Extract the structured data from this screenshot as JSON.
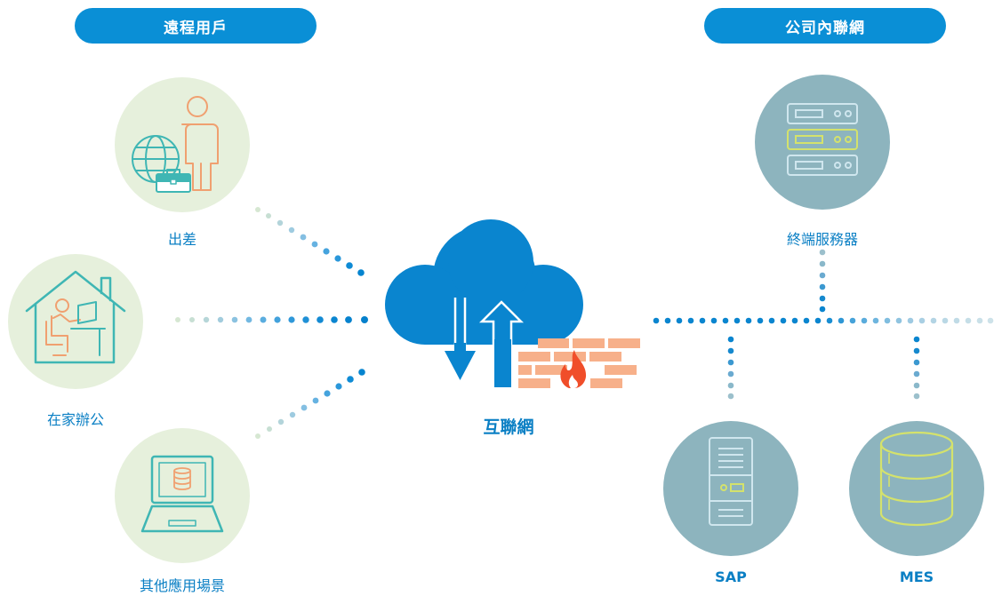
{
  "headers": {
    "remote_users": "遠程用戶",
    "intranet": "公司內聯網"
  },
  "nodes": {
    "business_trip": "出差",
    "work_from_home": "在家辦公",
    "other_scenarios": "其他應用場景",
    "internet": "互聯網",
    "terminal_server": "終端服務器",
    "sap": "SAP",
    "mes": "MES"
  },
  "colors": {
    "accent_blue": "#0a8fd6",
    "label_blue": "#0a7fc4",
    "remote_circle_fill": "#e6f0dc",
    "intranet_circle_fill": "#8db4be",
    "orange_icon": "#f0a070",
    "teal_icon": "#3fb6b4",
    "lime_icon": "#d4e26c",
    "firewall_brick": "#f7b08a",
    "flame": "#f04e2a"
  },
  "icons": {
    "business_trip": "traveler-globe-briefcase-icon",
    "work_from_home": "house-desk-worker-icon",
    "other_scenarios": "laptop-database-icon",
    "internet": "cloud-upload-download-icon",
    "firewall": "firewall-brick-flame-icon",
    "terminal_server": "server-rack-icon",
    "sap": "tower-server-icon",
    "mes": "database-cylinder-icon"
  }
}
